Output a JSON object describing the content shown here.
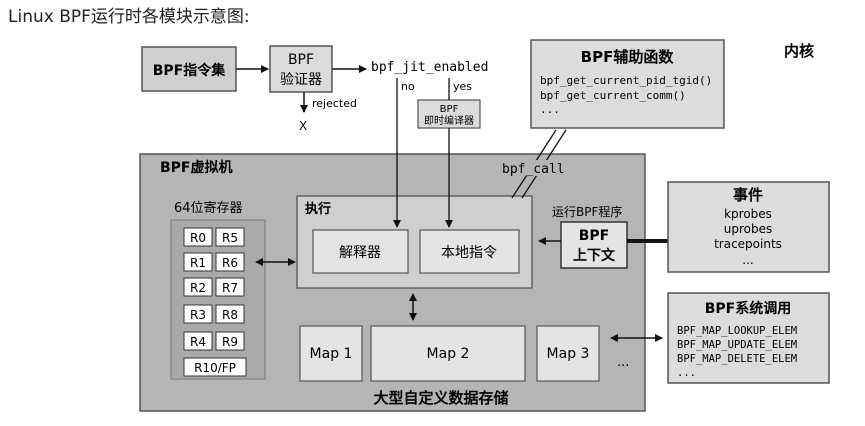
{
  "caption": "Linux BPF运行时各模块示意图:",
  "kernel_label": "内核",
  "instruction_set": "BPF指令集",
  "verifier": {
    "line1": "BPF",
    "line2": "验证器"
  },
  "rejected": "rejected",
  "x_mark": "X",
  "jit_enabled": "bpf_jit_enabled",
  "no": "no",
  "yes": "yes",
  "jit_compiler": {
    "line1": "BPF",
    "line2": "即时编译器"
  },
  "helpers": {
    "title": "BPF辅助函数",
    "items": [
      "bpf_get_current_pid_tgid()",
      "bpf_get_current_comm()",
      "..."
    ]
  },
  "bpf_call": "bpf_call",
  "vm": {
    "title": "BPF虚拟机",
    "registers_title": "64位寄存器",
    "registers": [
      [
        "R0",
        "R5"
      ],
      [
        "R1",
        "R6"
      ],
      [
        "R2",
        "R7"
      ],
      [
        "R3",
        "R8"
      ],
      [
        "R4",
        "R9"
      ],
      [
        "R10/FP"
      ]
    ],
    "exec_title": "执行",
    "interpreter": "解释器",
    "native": "本地指令",
    "maps": [
      "Map 1",
      "Map 2",
      "Map 3"
    ],
    "maps_more": "...",
    "storage_title": "大型自定义数据存储"
  },
  "run_program": "运行BPF程序",
  "context": {
    "line1": "BPF",
    "line2": "上下文"
  },
  "events": {
    "title": "事件",
    "items": [
      "kprobes",
      "uprobes",
      "tracepoints",
      "..."
    ]
  },
  "syscalls": {
    "title": "BPF系统调用",
    "items": [
      "BPF_MAP_LOOKUP_ELEM",
      "BPF_MAP_UPDATE_ELEM",
      "BPF_MAP_DELETE_ELEM",
      "..."
    ]
  }
}
